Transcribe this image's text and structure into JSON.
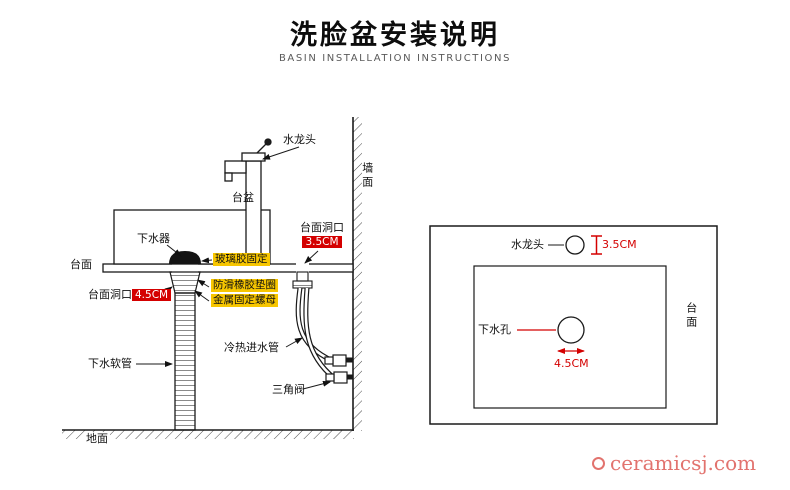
{
  "header": {
    "title": "洗脸盆安装说明",
    "subtitle": "BASIN INSTALLATION INSTRUCTIONS"
  },
  "side_view": {
    "faucet": "水龙头",
    "wall": "墙面",
    "basin": "台盆",
    "drain_fitting": "下水器",
    "countertop": "台面",
    "glass_glue": "玻璃胶固定",
    "faucet_hole_label": "台面洞口",
    "faucet_hole_dim": "3.5CM",
    "drain_hole_label": "台面洞口",
    "drain_hole_dim": "4.5CM",
    "rubber_washer": "防滑橡胶垫圈",
    "metal_nut": "金属固定螺母",
    "inlet_pipes": "冷热进水管",
    "drain_hose": "下水软管",
    "angle_valve": "三角阀",
    "floor": "地面"
  },
  "top_view": {
    "faucet": "水龙头",
    "faucet_dim": "3.5CM",
    "drain_hole": "下水孔",
    "drain_dim": "4.5CM",
    "countertop": "台面"
  },
  "watermark": {
    "text": "ceramicsj.com"
  },
  "colors": {
    "dimension_red": "#d40000",
    "highlight_yellow": "#f7c600",
    "watermark_red": "#e2736e",
    "line_black": "#1a1a1a"
  }
}
